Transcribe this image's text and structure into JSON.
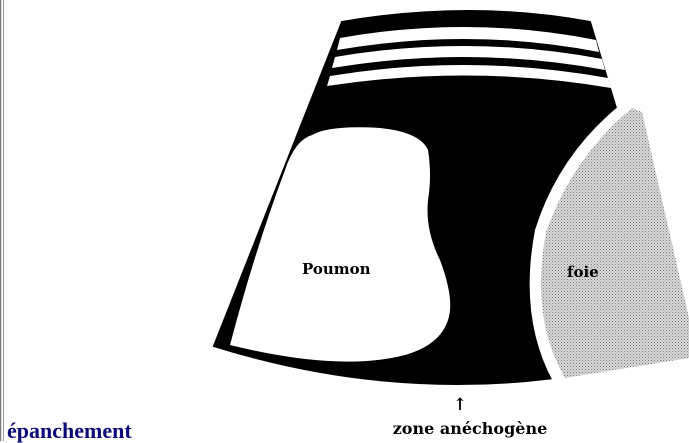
{
  "diagram": {
    "labels": {
      "lung": "Poumon",
      "liver": "foie",
      "anechoic_zone": "zone anéchogène",
      "arrow_glyph": "↑"
    },
    "colors": {
      "black": "#000000",
      "white": "#ffffff",
      "liver_fill": "#b8b8b8"
    }
  },
  "page": {
    "caption": "épanchement"
  }
}
